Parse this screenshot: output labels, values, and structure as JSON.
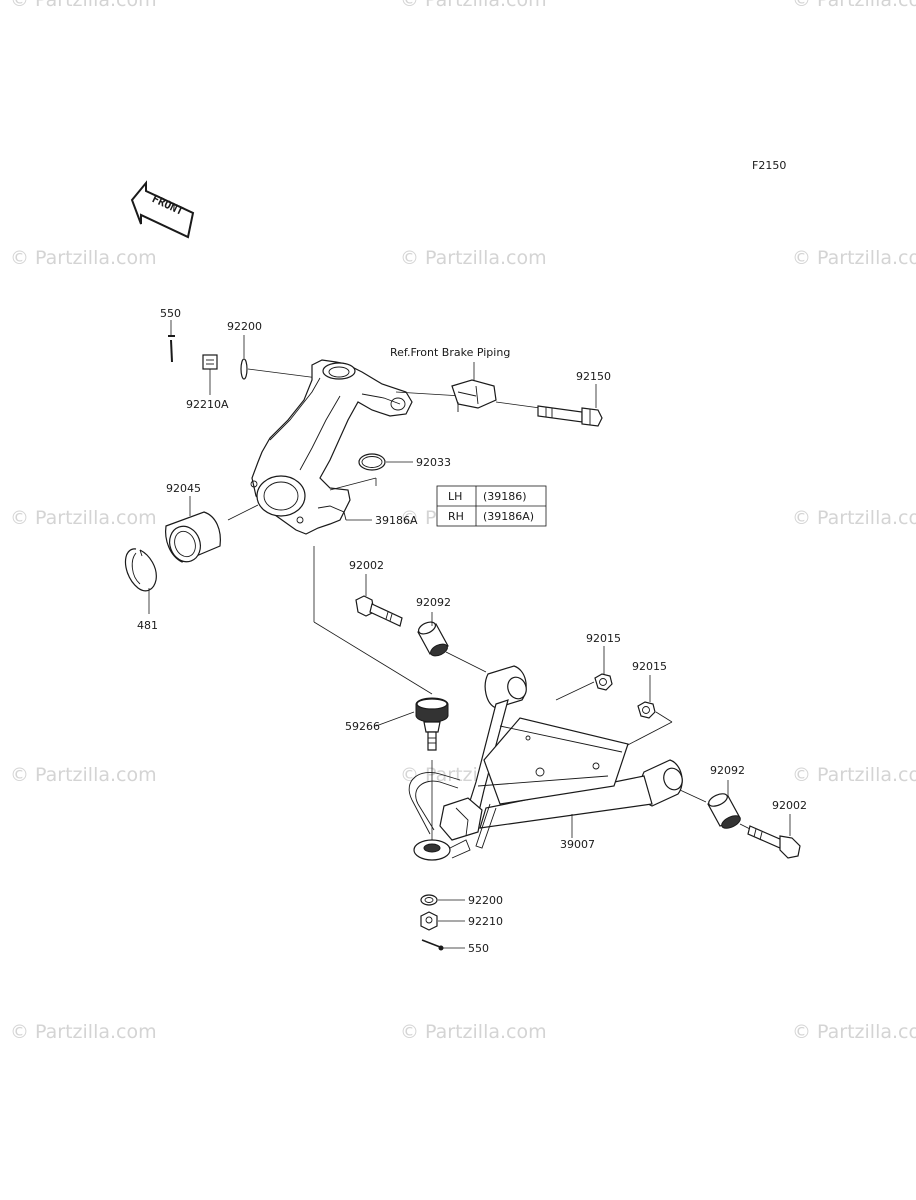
{
  "figure_code": "F2150",
  "front_label": "FRONT",
  "watermark": "© Partzilla.com",
  "ref_note": "Ref.Front Brake Piping",
  "side_table": {
    "rows": [
      {
        "side": "LH",
        "part": "(39186)"
      },
      {
        "side": "RH",
        "part": "(39186A)"
      }
    ]
  },
  "parts": {
    "cotter_pin_top": "550",
    "washer_top": "92200",
    "nut_top": "92210A",
    "clamp_bolt": "92150",
    "snap_ring_small": "92033",
    "knuckle": "39186A",
    "bearing": "92045",
    "circlip": "481",
    "bolt_left": "92002",
    "bushing_left": "92092",
    "nut_right_a": "92015",
    "nut_right_b": "92015",
    "ball_joint": "59266",
    "bushing_right": "92092",
    "bolt_right": "92002",
    "arm": "39007",
    "washer_bottom": "92200",
    "nut_bottom": "92210",
    "cotter_pin_bottom": "550"
  }
}
